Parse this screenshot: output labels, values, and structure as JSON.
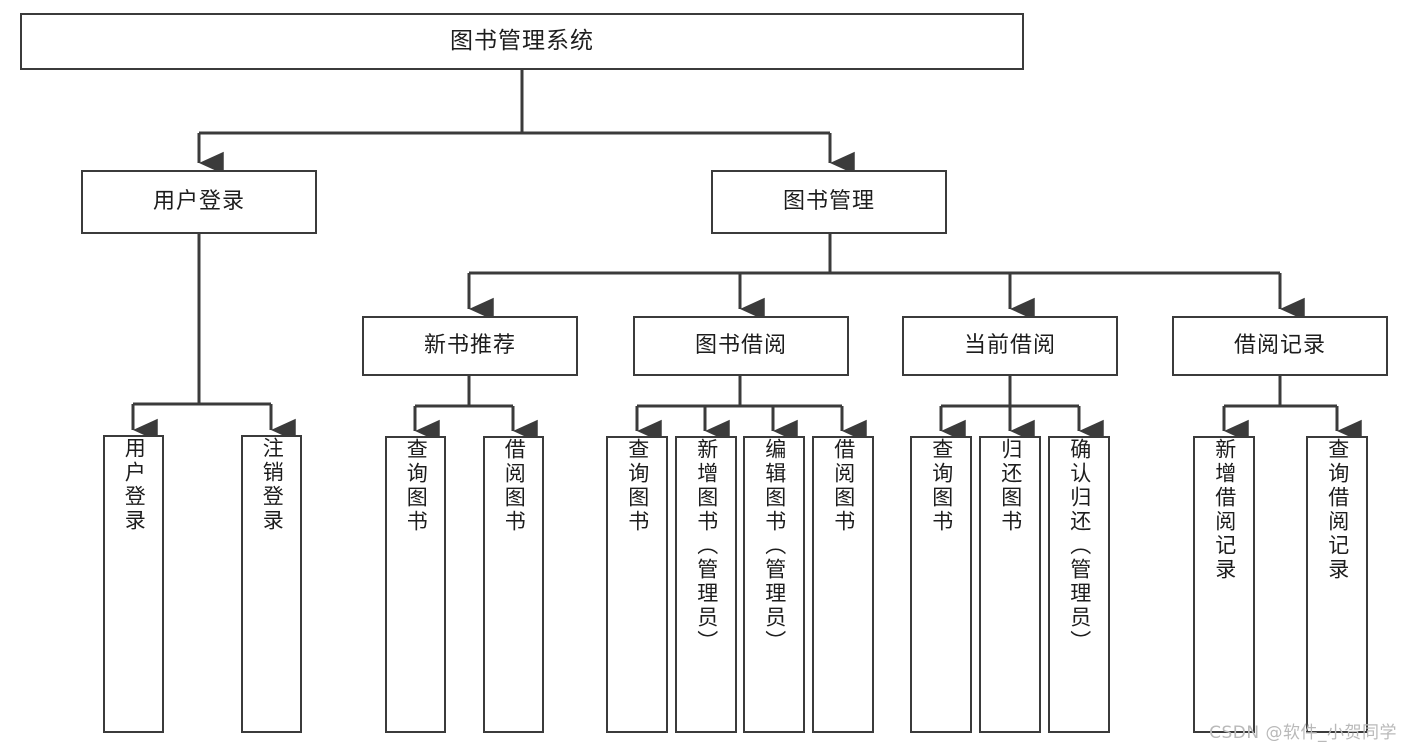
{
  "diagram": {
    "title": "图书管理系统",
    "type": "tree",
    "root": {
      "label": "图书管理系统"
    },
    "level2": [
      {
        "label": "用户登录"
      },
      {
        "label": "图书管理"
      }
    ],
    "level3": [
      {
        "label": "新书推荐"
      },
      {
        "label": "图书借阅"
      },
      {
        "label": "当前借阅"
      },
      {
        "label": "借阅记录"
      }
    ],
    "leaves": {
      "user_login": [
        {
          "label": "用户登录"
        },
        {
          "label": "注销登录"
        }
      ],
      "new_book_recommend": [
        {
          "label": "查询图书"
        },
        {
          "label": "借阅图书"
        }
      ],
      "book_borrow": [
        {
          "label": "查询图书"
        },
        {
          "label": "新增图书（管理员）"
        },
        {
          "label": "编辑图书（管理员）"
        },
        {
          "label": "借阅图书"
        }
      ],
      "current_borrow": [
        {
          "label": "查询图书"
        },
        {
          "label": "归还图书"
        },
        {
          "label": "确认归还（管理员）"
        }
      ],
      "borrow_record": [
        {
          "label": "新增借阅记录"
        },
        {
          "label": "查询借阅记录"
        }
      ]
    }
  },
  "watermark": {
    "text": "CSDN @软件_小贺同学"
  },
  "colors": {
    "stroke": "#3b3b3b",
    "background": "#ffffff",
    "text": "#1d1d1d",
    "watermark": "#b9b9b9"
  }
}
